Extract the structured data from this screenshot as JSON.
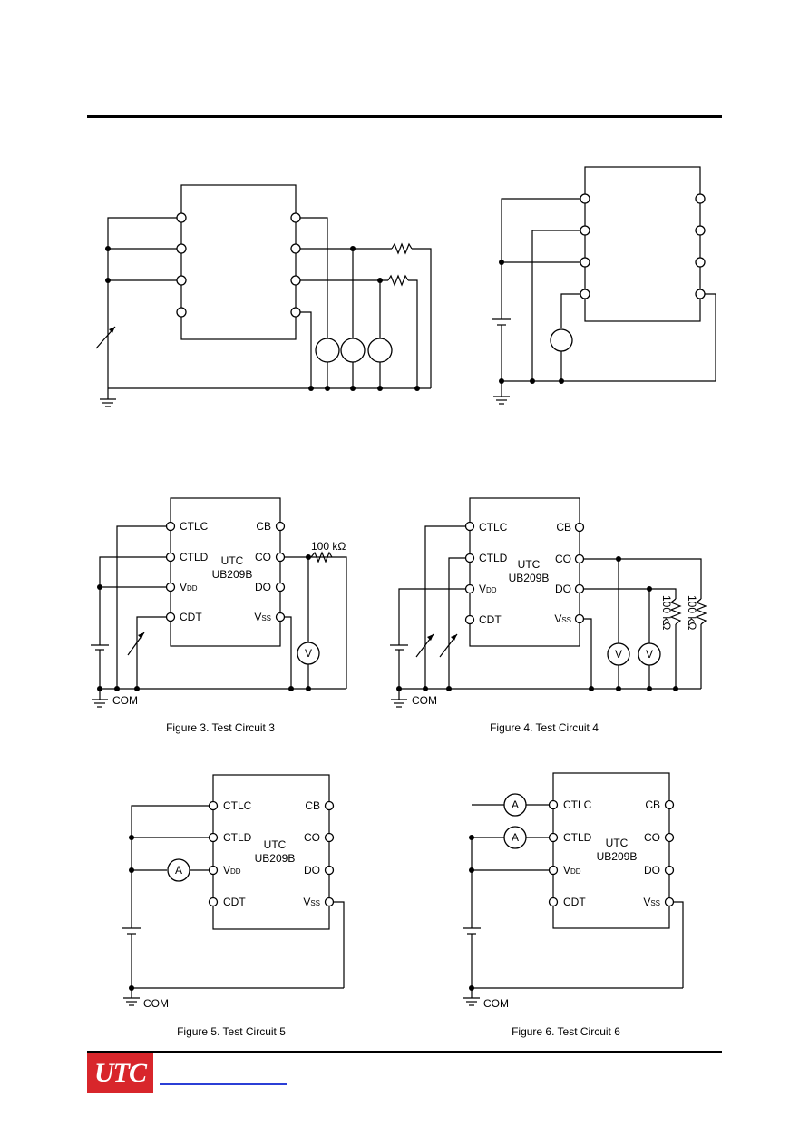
{
  "fig3": {
    "pins_left": [
      "CTLC",
      "CTLD",
      "V",
      "CDT"
    ],
    "pins_right": [
      "CB",
      "CO",
      "DO",
      "V"
    ],
    "vdd_sub": "DD",
    "vss_sub": "SS",
    "chip_line1": "UTC",
    "chip_line2": "UB209B",
    "resistor": "100 kΩ",
    "meter": "V",
    "ground": "COM",
    "caption": "Figure 3. Test Circuit 3"
  },
  "fig4": {
    "pins_left": [
      "CTLC",
      "CTLD",
      "V",
      "CDT"
    ],
    "pins_right": [
      "CB",
      "CO",
      "DO",
      "V"
    ],
    "vdd_sub": "DD",
    "vss_sub": "SS",
    "chip_line1": "UTC",
    "chip_line2": "UB209B",
    "resistor1": "100 kΩ",
    "resistor2": "100 kΩ",
    "meter1": "V",
    "meter2": "V",
    "ground": "COM",
    "caption": "Figure 4. Test Circuit 4"
  },
  "fig5": {
    "pins_left": [
      "CTLC",
      "CTLD",
      "V",
      "CDT"
    ],
    "pins_right": [
      "CB",
      "CO",
      "DO",
      "V"
    ],
    "vdd_sub": "DD",
    "vss_sub": "SS",
    "chip_line1": "UTC",
    "chip_line2": "UB209B",
    "meter": "A",
    "ground": "COM",
    "caption": "Figure 5. Test Circuit 5"
  },
  "fig6": {
    "pins_left": [
      "CTLC",
      "CTLD",
      "V",
      "CDT"
    ],
    "pins_right": [
      "CB",
      "CO",
      "DO",
      "V"
    ],
    "vdd_sub": "DD",
    "vss_sub": "SS",
    "chip_line1": "UTC",
    "chip_line2": "UB209B",
    "meter1": "A",
    "meter2": "A",
    "ground": "COM",
    "caption": "Figure 6. Test Circuit 6"
  },
  "footer": {
    "logo": "UTC"
  }
}
